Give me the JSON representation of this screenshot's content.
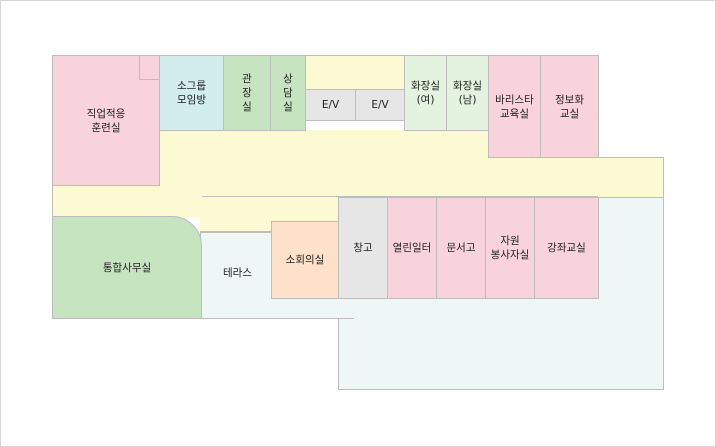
{
  "floor_plan": {
    "rooms": {
      "job_training": "직업적응\n훈련실",
      "small_group": "소그룹\n모임방",
      "gwanjang": "관\n장\n실",
      "counseling": "상\n담\n실",
      "ev1": "E/V",
      "ev2": "E/V",
      "restroom_f": "화장실\n(여)",
      "restroom_m": "화장실\n(남)",
      "barista": "바리스타\n교육실",
      "info_class": "정보화\n교실",
      "office": "통합사무실",
      "terrace": "테라스",
      "small_meeting": "소회의실",
      "storage": "창고",
      "reading": "열린일터",
      "archive": "문서고",
      "volunteer": "자원\n봉사자실",
      "lecture": "강좌교실"
    },
    "colors": {
      "pink": "#f9d3dc",
      "mint": "#d3ecec",
      "green": "#c6e4c0",
      "light_green": "#e4f3df",
      "gray": "#e6e6e6",
      "peach": "#fde1cb",
      "corridor": "#fbfad3",
      "terrace": "#eef7f5"
    }
  }
}
